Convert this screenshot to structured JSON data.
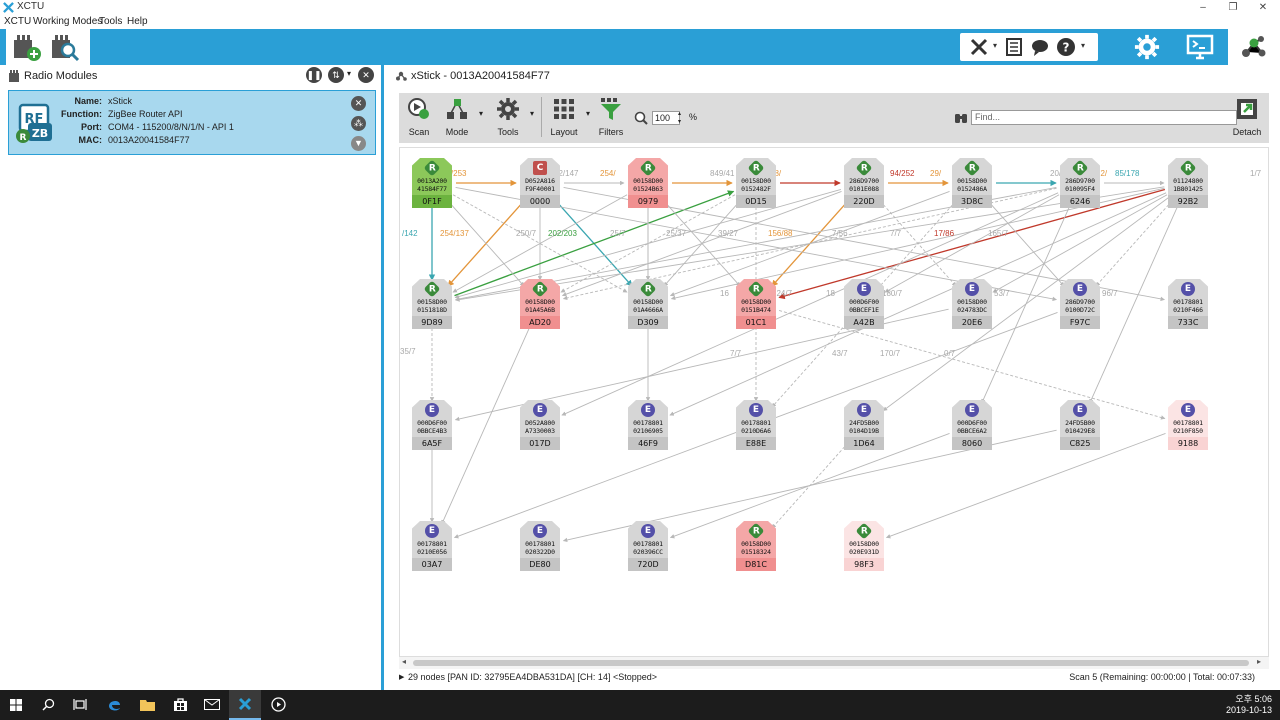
{
  "app": {
    "title": "XCTU",
    "menu": [
      "XCTU",
      "Working Modes",
      "Tools",
      "Help"
    ],
    "window_controls": [
      "–",
      "❐",
      "✕"
    ]
  },
  "left_pane": {
    "title": "Radio Modules",
    "device": {
      "labels": {
        "name": "Name:",
        "function": "Function:",
        "port": "Port:",
        "mac": "MAC:"
      },
      "name": "xStick",
      "function": "ZigBee Router API",
      "port": "COM4 - 115200/8/N/1/N - API 1",
      "mac": "0013A20041584F77",
      "logo": {
        "top": "RF",
        "bottom": "ZB"
      }
    }
  },
  "right_pane": {
    "title": "xStick - 0013A20041584F77",
    "toolbar": {
      "scan": "Scan",
      "mode": "Mode",
      "tools": "Tools",
      "layout": "Layout",
      "filters": "Filters",
      "zoom": "100",
      "zoom_unit": "%",
      "find_placeholder": "Find...",
      "detach": "Detach"
    },
    "status": "29 nodes [PAN ID: 32795EA4DBA531DA] [CH: 14] <Stopped>",
    "scan_status": "Scan 5 (Remaining: 00:00:00 | Total: 00:07:33)"
  },
  "colors": {
    "accent": "#2a9fd6",
    "coordinator": "#c0504d",
    "router": "#3a8a3a",
    "end_device": "#5450a8",
    "node_gray": "#d6d6d6",
    "node_green": "#8cc85a",
    "node_pink": "#f4a7a7",
    "node_light_pink": "#fbe4e4",
    "link_gray": "#b8b8b8",
    "link_orange": "#e3953a",
    "link_green": "#3aa040",
    "link_teal": "#3aa6b0",
    "link_red": "#c0392b"
  },
  "network": {
    "nodes": [
      {
        "id": "n1",
        "type": "R",
        "bg": "green",
        "a1": "0013A200",
        "a2": "41584F77",
        "label": "0F1F"
      },
      {
        "id": "n2",
        "type": "C",
        "bg": "gray",
        "a1": "D052A816",
        "a2": "F9F40001",
        "label": "0000"
      },
      {
        "id": "n3",
        "type": "R",
        "bg": "pink",
        "a1": "00158D00",
        "a2": "01524B63",
        "label": "0979"
      },
      {
        "id": "n4",
        "type": "R",
        "bg": "gray",
        "a1": "00158D00",
        "a2": "0152482F",
        "label": "0D15"
      },
      {
        "id": "n5",
        "type": "R",
        "bg": "gray",
        "a1": "286D9700",
        "a2": "0101E088",
        "label": "220D"
      },
      {
        "id": "n6",
        "type": "R",
        "bg": "gray",
        "a1": "00158D00",
        "a2": "0152486A",
        "label": "3D8C"
      },
      {
        "id": "n7",
        "type": "R",
        "bg": "gray",
        "a1": "286D9700",
        "a2": "010095F4",
        "label": "6246"
      },
      {
        "id": "n8",
        "type": "R",
        "bg": "gray",
        "a1": "01124800",
        "a2": "1B801425",
        "label": "92B2"
      },
      {
        "id": "n9",
        "type": "R",
        "bg": "gray",
        "a1": "00158D00",
        "a2": "0151818D",
        "label": "9D89"
      },
      {
        "id": "n10",
        "type": "R",
        "bg": "pink",
        "a1": "00158D00",
        "a2": "01A45A6B",
        "label": "AD20"
      },
      {
        "id": "n11",
        "type": "R",
        "bg": "gray",
        "a1": "00158D00",
        "a2": "01A4666A",
        "label": "D309"
      },
      {
        "id": "n12",
        "type": "R",
        "bg": "pink",
        "a1": "00158D00",
        "a2": "0151B474",
        "label": "01C1"
      },
      {
        "id": "n13",
        "type": "E",
        "bg": "gray",
        "a1": "000D6F00",
        "a2": "0BBCEF1E",
        "label": "A42B"
      },
      {
        "id": "n14",
        "type": "E",
        "bg": "gray",
        "a1": "00158D00",
        "a2": "024783DC",
        "label": "20E6"
      },
      {
        "id": "n15",
        "type": "E",
        "bg": "gray",
        "a1": "286D9700",
        "a2": "0100D72C",
        "label": "F97C"
      },
      {
        "id": "n16",
        "type": "E",
        "bg": "gray",
        "a1": "00178801",
        "a2": "0210F466",
        "label": "733C"
      },
      {
        "id": "n17",
        "type": "E",
        "bg": "gray",
        "a1": "000D6F00",
        "a2": "0BBCE4B3",
        "label": "6A5F"
      },
      {
        "id": "n18",
        "type": "E",
        "bg": "gray",
        "a1": "D052A800",
        "a2": "A7330003",
        "label": "017D"
      },
      {
        "id": "n19",
        "type": "E",
        "bg": "gray",
        "a1": "00178801",
        "a2": "02106905",
        "label": "46F9"
      },
      {
        "id": "n20",
        "type": "E",
        "bg": "gray",
        "a1": "00178801",
        "a2": "0210D6A6",
        "label": "E88E"
      },
      {
        "id": "n21",
        "type": "E",
        "bg": "gray",
        "a1": "24FD5B00",
        "a2": "0104D19B",
        "label": "1D64"
      },
      {
        "id": "n22",
        "type": "E",
        "bg": "gray",
        "a1": "000D6F00",
        "a2": "0BBCE6A2",
        "label": "8060"
      },
      {
        "id": "n23",
        "type": "E",
        "bg": "gray",
        "a1": "24FD5B00",
        "a2": "010429E8",
        "label": "C825"
      },
      {
        "id": "n24",
        "type": "E",
        "bg": "lightpink",
        "a1": "00178801",
        "a2": "0210F850",
        "label": "9188"
      },
      {
        "id": "n25",
        "type": "E",
        "bg": "gray",
        "a1": "00178801",
        "a2": "0210E056",
        "label": "03A7"
      },
      {
        "id": "n26",
        "type": "E",
        "bg": "gray",
        "a1": "00178801",
        "a2": "020322D0",
        "label": "DE80"
      },
      {
        "id": "n27",
        "type": "E",
        "bg": "gray",
        "a1": "00178801",
        "a2": "020396CC",
        "label": "720D"
      },
      {
        "id": "n28",
        "type": "R",
        "bg": "pink",
        "a1": "00158D00",
        "a2": "01518324",
        "label": "D81C"
      },
      {
        "id": "n29",
        "type": "R",
        "bg": "lightpink",
        "a1": "00158D00",
        "a2": "020E931D",
        "label": "98F3"
      }
    ],
    "link_labels": [
      {
        "text": "82/253",
        "color": "orange"
      },
      {
        "text": "32/147",
        "color": "gray"
      },
      {
        "text": "254/",
        "color": "orange"
      },
      {
        "text": "849/41",
        "color": "gray"
      },
      {
        "text": "28/",
        "color": "orange"
      },
      {
        "text": "94/252",
        "color": "red"
      },
      {
        "text": "29/",
        "color": "orange"
      },
      {
        "text": "20/7",
        "color": "gray"
      },
      {
        "text": "12/",
        "color": "orange"
      },
      {
        "text": "85/178",
        "color": "teal"
      },
      {
        "text": "1/7",
        "color": "gray"
      },
      {
        "text": "/142",
        "color": "teal"
      },
      {
        "text": "254/137",
        "color": "orange"
      },
      {
        "text": "250/7",
        "color": "gray"
      },
      {
        "text": "202/203",
        "color": "green"
      },
      {
        "text": "25/7",
        "color": "gray"
      },
      {
        "text": "25/37",
        "color": "gray"
      },
      {
        "text": "39/27",
        "color": "gray"
      },
      {
        "text": "156/88",
        "color": "orange"
      },
      {
        "text": "7/56",
        "color": "gray"
      },
      {
        "text": "7/7",
        "color": "gray"
      },
      {
        "text": "17/86",
        "color": "red"
      },
      {
        "text": "165/7",
        "color": "gray"
      },
      {
        "text": "224/7",
        "color": "gray"
      },
      {
        "text": "180/7",
        "color": "gray"
      },
      {
        "text": "53/7",
        "color": "gray"
      },
      {
        "text": "96/7",
        "color": "gray"
      },
      {
        "text": "35/7",
        "color": "gray"
      },
      {
        "text": "7/7",
        "color": "gray"
      },
      {
        "text": "43/7",
        "color": "gray"
      },
      {
        "text": "170/7",
        "color": "gray"
      },
      {
        "text": "0/7",
        "color": "gray"
      },
      {
        "text": "16",
        "color": "gray"
      },
      {
        "text": "18",
        "color": "gray"
      }
    ]
  },
  "taskbar": {
    "time": "오후 5:06",
    "date": "2019-10-13"
  }
}
